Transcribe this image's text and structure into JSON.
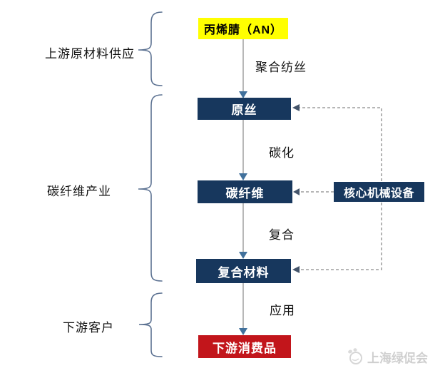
{
  "nodes": {
    "acrylonitrile": {
      "label": "丙烯腈（AN）",
      "bg": "#FFFF00",
      "fg": "#000000"
    },
    "precursor": {
      "label": "原丝",
      "bg": "#17375D",
      "fg": "#FFFFFF"
    },
    "carbon_fiber": {
      "label": "碳纤维",
      "bg": "#17375D",
      "fg": "#FFFFFF"
    },
    "core_machinery": {
      "label": "核心机械设备",
      "bg": "#17375D",
      "fg": "#FFFFFF"
    },
    "composite_material": {
      "label": "复合材料",
      "bg": "#17375D",
      "fg": "#FFFFFF"
    },
    "consumer_goods": {
      "label": "下游消费品",
      "bg": "#C2151B",
      "fg": "#FFFFFF"
    }
  },
  "edge_labels": {
    "polymerization_spinning": "聚合纺丝",
    "carbonization": "碳化",
    "compositing": "复合",
    "application": "应用"
  },
  "group_labels": {
    "upstream": "上游原材料供应",
    "industry": "碳纤维产业",
    "downstream": "下游客户"
  },
  "watermark": {
    "text": "上海绿促会"
  },
  "colors": {
    "node_navy": "#17375D",
    "node_yellow": "#FFFF00",
    "node_red": "#C2151B",
    "arrow_line_gray": "#A6A6A6",
    "arrowhead_blue": "#41719C",
    "dashed_line_gray": "#8A8A8A",
    "dashed_arrowhead": "#44546A",
    "brace_blue_gray": "#5B7191",
    "watermark_gray": "#CFCFCF"
  }
}
